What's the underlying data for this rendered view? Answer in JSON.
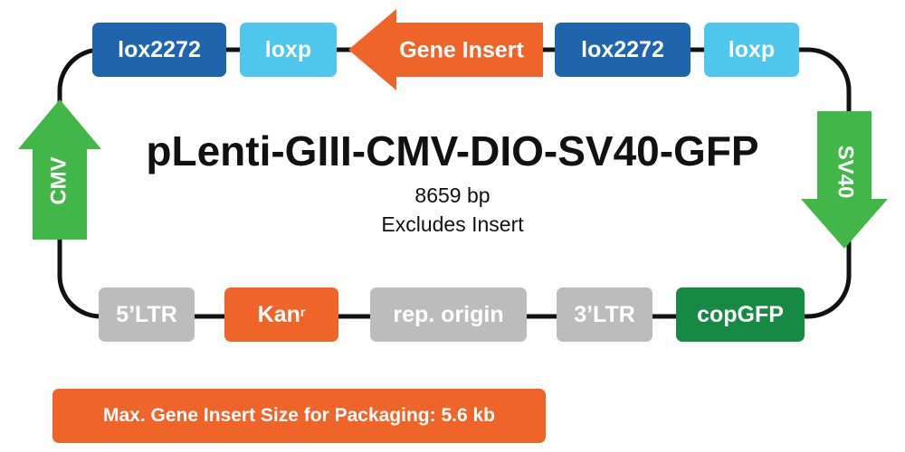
{
  "title": "pLenti-GIII-CMV-DIO-SV40-GFP",
  "size": "8659 bp",
  "note": "Excludes Insert",
  "colors": {
    "dark_blue": "#1f64ac",
    "light_blue": "#4fc6ec",
    "orange": "#ee6429",
    "green": "#43b649",
    "dark_green": "#168a44",
    "gray": "#bcbcbc",
    "line": "#111111"
  },
  "top_elements": [
    {
      "label": "lox2272",
      "color": "dark_blue"
    },
    {
      "label": "loxp",
      "color": "light_blue"
    },
    {
      "label": "Gene Insert",
      "color": "orange",
      "shape": "arrow-left"
    },
    {
      "label": "lox2272",
      "color": "dark_blue"
    },
    {
      "label": "loxp",
      "color": "light_blue"
    }
  ],
  "bottom_elements": [
    {
      "label": "5’LTR",
      "color": "gray"
    },
    {
      "label": "Kan",
      "superscript": "r",
      "color": "orange"
    },
    {
      "label": "rep. origin",
      "color": "gray"
    },
    {
      "label": "3’LTR",
      "color": "gray"
    },
    {
      "label": "copGFP",
      "color": "dark_green"
    }
  ],
  "left_arrow": {
    "label": "CMV",
    "color": "green",
    "direction": "up"
  },
  "right_arrow": {
    "label": "SV40",
    "color": "green",
    "direction": "down"
  },
  "footer": "Max. Gene Insert Size for Packaging: 5.6 kb"
}
